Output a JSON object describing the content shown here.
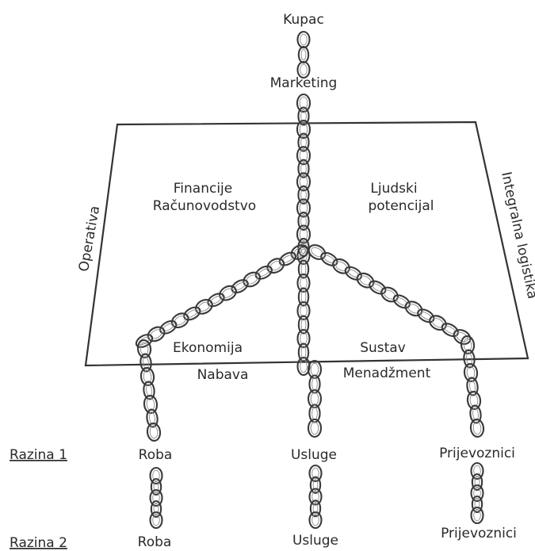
{
  "diagram": {
    "top": {
      "kupac": "Kupac",
      "marketing": "Marketing"
    },
    "frame": {
      "left_side": "Operativa",
      "right_side": "Integralna logistika",
      "financije_line1": "Financije",
      "financije_line2": "Računovodstvo",
      "ljudski_line1": "Ljudski",
      "ljudski_line2": "potencijal",
      "ekonomija": "Ekonomija",
      "sustav": "Sustav",
      "nabava": "Nabava",
      "menadzment": "Menadžment"
    },
    "levels": [
      {
        "label": "Razina 1",
        "roba": "Roba",
        "usluge": "Usluge",
        "prijevoznici": "Prijevoznici"
      },
      {
        "label": "Razina 2",
        "roba": "Roba",
        "usluge": "Usluge",
        "prijevoznici": "Prijevoznici"
      }
    ]
  }
}
